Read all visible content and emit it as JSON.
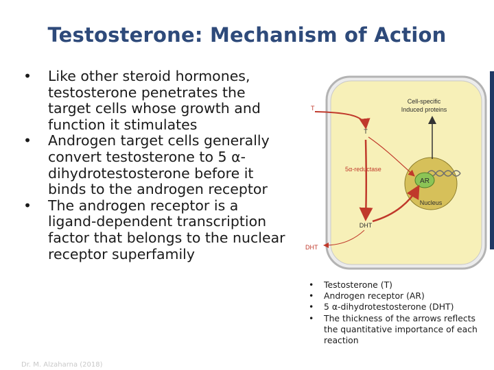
{
  "slide": {
    "title": "Testosterone: Mechanism  of  Action",
    "bullets": [
      "Like other steroid hormones, testosterone penetrates the target cells whose growth and function it stimulates",
      "Androgen target cells generally convert testosterone to 5 α-dihydrotestosterone before it binds to the androgen receptor",
      "The androgen receptor is a ligand-dependent transcription factor that belongs to the nuclear receptor superfamily"
    ],
    "legend": [
      "Testosterone  (T)",
      "Androgen receptor (AR)",
      "5 α-dihydrotestosterone (DHT)",
      "The thickness of the arrows reflects the quantitative importance of each reaction"
    ],
    "footer": "Dr. M. Alzaharna (2018)",
    "bullet_glyph": "•"
  },
  "diagram": {
    "label_t_outside": "T",
    "label_t_inside": "T",
    "label_cell_specific": "Cell-specific",
    "label_induced_proteins": "Induced proteins",
    "label_reductase": "5α-reductase",
    "label_ar": "AR",
    "label_nucleus": "Nucleus",
    "label_dht_inside": "DHT",
    "label_dht_outside": "DHT",
    "colors": {
      "cell_fill": "#f7f0b8",
      "cell_border": "#b3b3b3",
      "nucleus_fill": "#d6c05a",
      "ar_fill": "#8cc456",
      "arrow_red": "#c0392b",
      "label_red": "#c0392b",
      "label_dark": "#2d2d2d"
    }
  }
}
